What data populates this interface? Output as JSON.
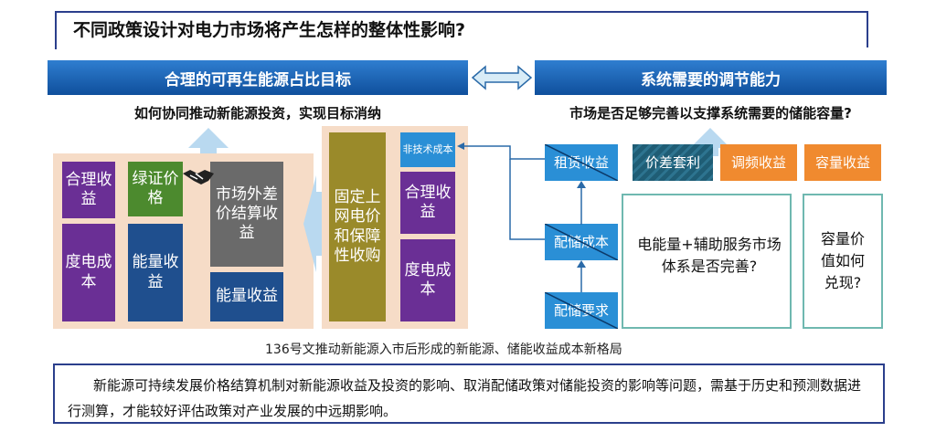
{
  "title": "不同政策设计对电力市场将产生怎样的整体性影响?",
  "left": {
    "band": "合理的可再生能源占比目标",
    "question": "如何协同推动新能源投资，实现目标消纳",
    "col1": {
      "top": "合理收益",
      "bottom": "度电成本"
    },
    "col2": {
      "top": "绿证价格",
      "bottom": "能量收益"
    },
    "col3": {
      "top": "市场外差价结算收益",
      "bottom": "能量收益"
    },
    "center": {
      "main": "固定上网电价和保障性收购",
      "tag": "非技术成本",
      "mid": "合理收益",
      "bottom": "度电成本"
    }
  },
  "right": {
    "band": "系统需要的调节能力",
    "question": "市场是否足够完善以支撑系统需要的储能容量?",
    "chain": [
      "租赁收益",
      "配储成本",
      "配储要求"
    ],
    "revenues": [
      {
        "label": "价差套利",
        "color": "#2a6f86"
      },
      {
        "label": "调频收益",
        "color": "#f08a2f"
      },
      {
        "label": "容量收益",
        "color": "#f08a2f"
      }
    ],
    "box1": "电能量+辅助服务市场体系是否完善?",
    "box2": "容量价值如何兑现?"
  },
  "caption": "136号文推动新能源入市后形成的新能源、储能收益成本新格局",
  "note": "新能源可持续发展价格结算机制对新能源收益及投资的影响、取消配储政策对储能投资的影响等问题，需基于历史和预测数据进行测算，才能较好评估政策对产业发展的中远期影响。"
}
